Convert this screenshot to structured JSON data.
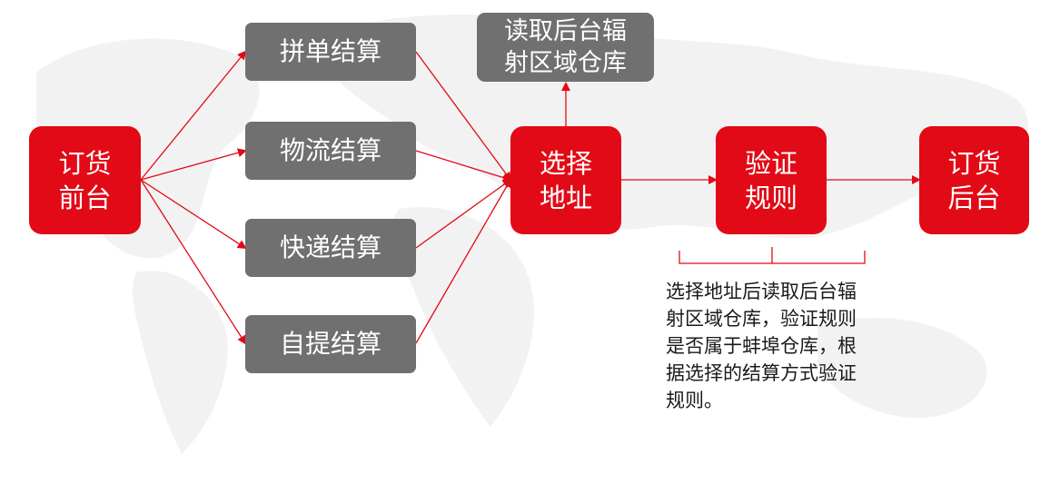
{
  "nodes": {
    "order_front": [
      "订货",
      "前台"
    ],
    "group_checkout": "拼单结算",
    "logistics_checkout": "物流结算",
    "express_checkout": "快递结算",
    "pickup_checkout": "自提结算",
    "read_warehouse": [
      "读取后台辐",
      "射区域仓库"
    ],
    "select_address": [
      "选择",
      "地址"
    ],
    "verify_rules": [
      "验证",
      "规则"
    ],
    "order_back": [
      "订货",
      "后台"
    ]
  },
  "note": [
    "选择地址后读取后台辐",
    "射区域仓库，验证规则",
    "是否属于蚌埠仓库，根",
    "据选择的结算方式验证",
    "规则。"
  ],
  "colors": {
    "accent": "#e20a16",
    "gray_box": "#707070",
    "map": "#f1f1f1"
  }
}
